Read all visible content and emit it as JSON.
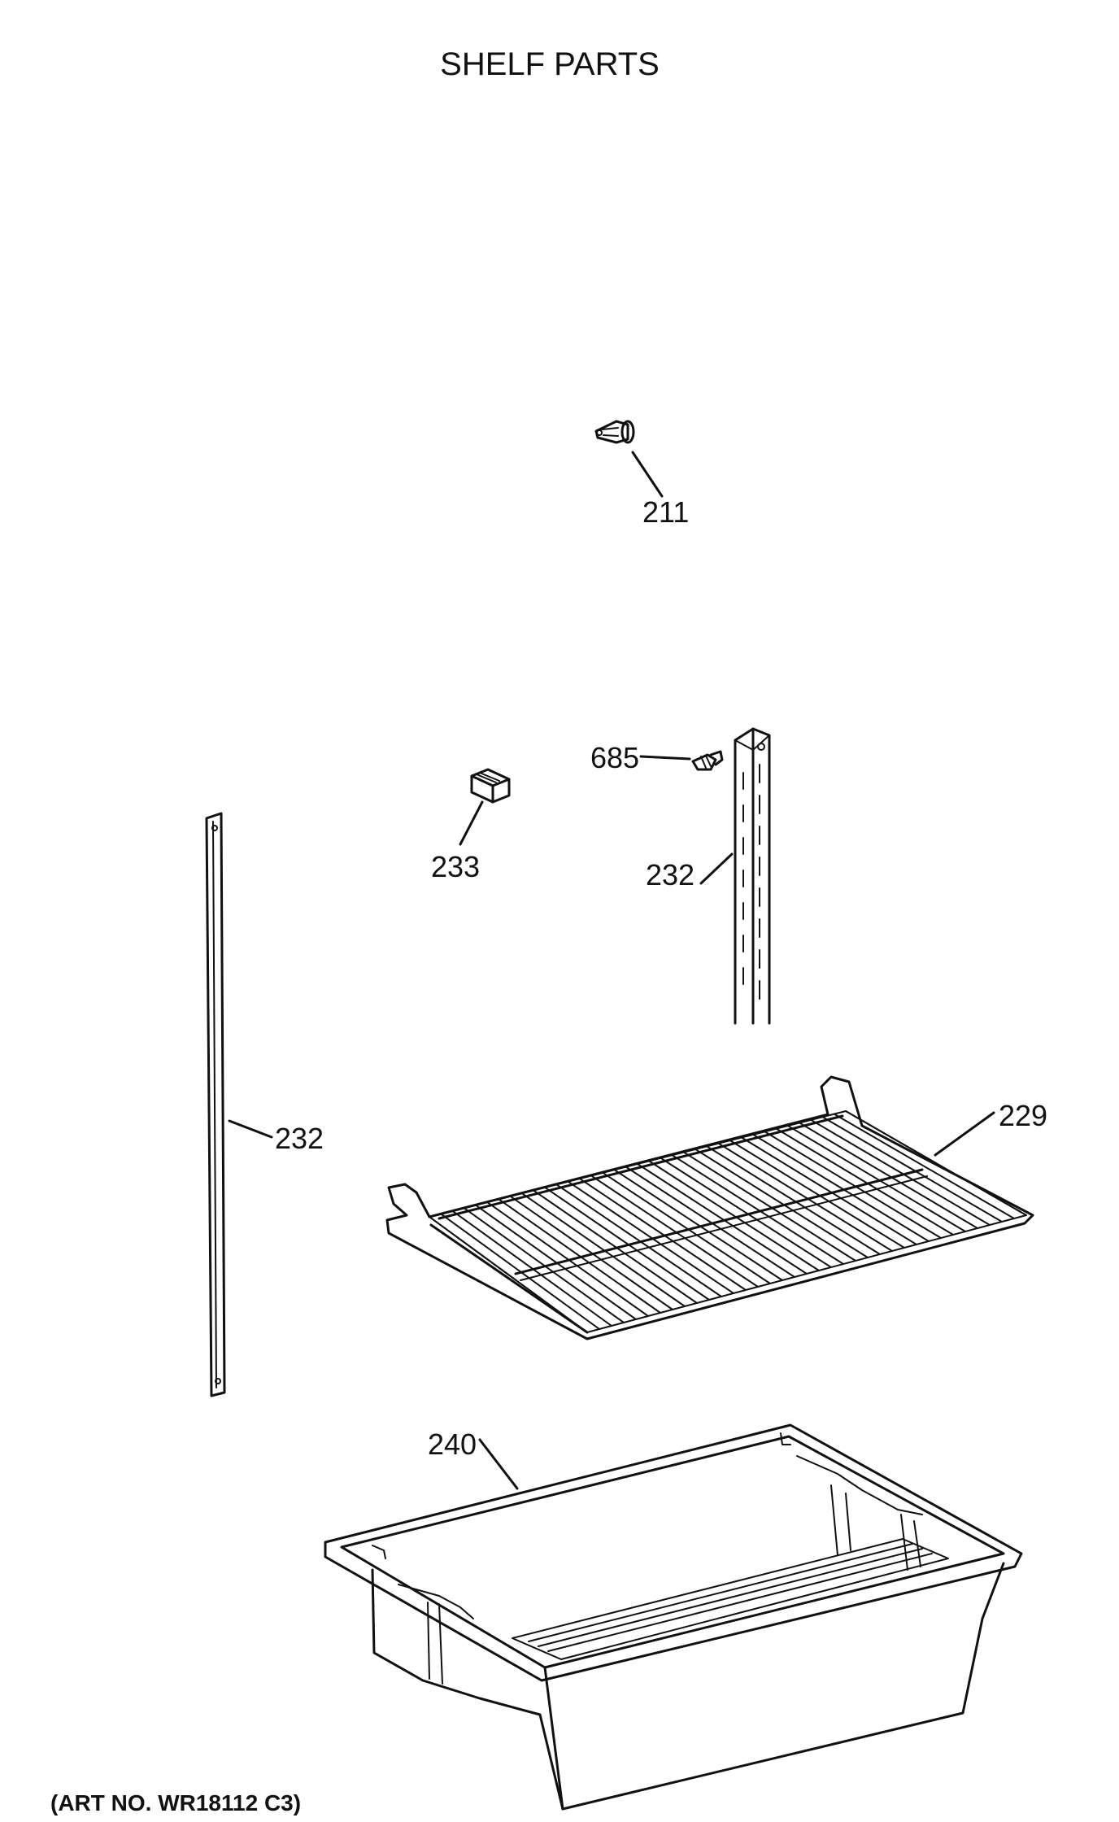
{
  "title": "SHELF PARTS",
  "callouts": {
    "p211": "211",
    "p685": "685",
    "p233": "233",
    "p232_right": "232",
    "p232_left": "232",
    "p229": "229",
    "p240": "240"
  },
  "art_number": "(ART NO. WR18112 C3)",
  "ink_color": "#111111"
}
